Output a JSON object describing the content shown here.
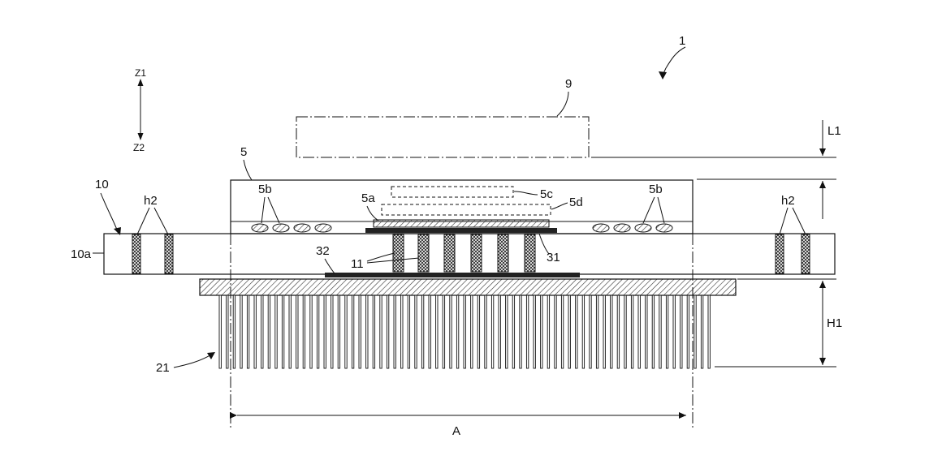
{
  "figure_ref": "1",
  "axis": {
    "up": "Z1",
    "down": "Z2"
  },
  "labels": {
    "component_9": "9",
    "component_5": "5",
    "board_10": "10",
    "board_surface": "10a",
    "holes_left": "h2",
    "holes_right": "h2",
    "bumps_left": "5b",
    "bumps_right": "5b",
    "chip": "5a",
    "inner_c": "5c",
    "inner_d": "5d",
    "vias": "11",
    "pad_top": "31",
    "pad_bottom": "32",
    "heatsink": "21",
    "gap_L": "L1",
    "height_H": "H1",
    "width_A": "A"
  },
  "colors": {
    "line": "#111111",
    "fill_dark": "#222222",
    "hatch": "#555555"
  }
}
